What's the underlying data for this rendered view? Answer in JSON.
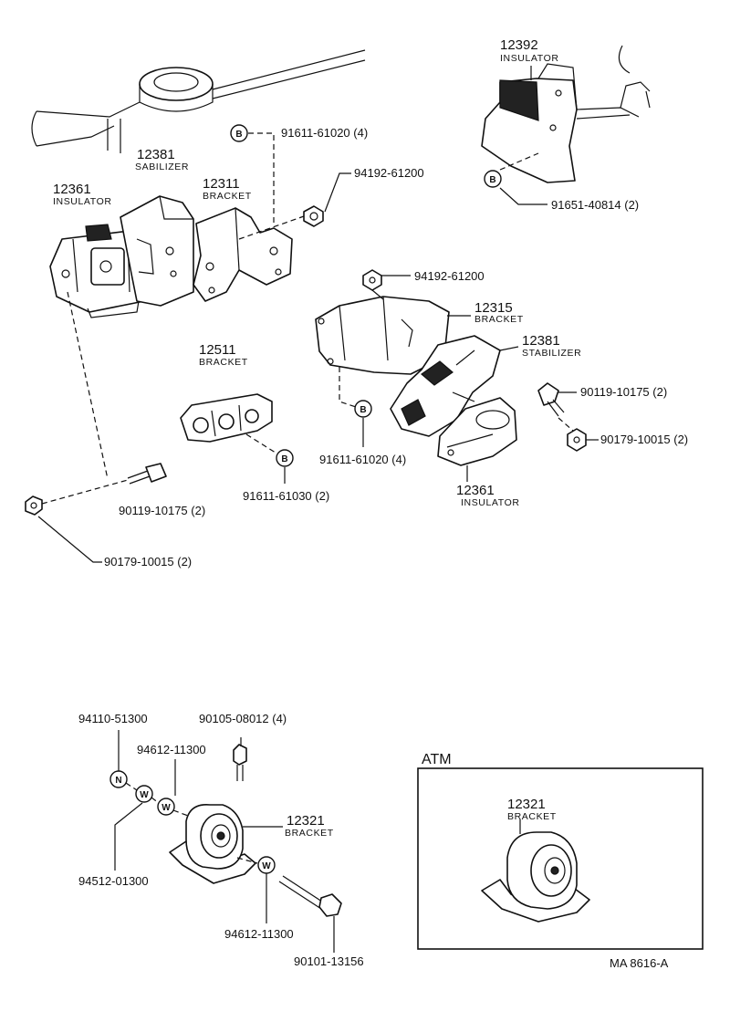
{
  "labels": {
    "top_left": {
      "p12381_num": "12381",
      "p12381_name": "SABILIZER",
      "p12361_num": "12361",
      "p12361_name": "INSULATOR",
      "p12311_num": "12311",
      "p12311_name": "BRACKET",
      "p91611_61020": "91611-61020 (4)",
      "p94192_61200": "94192-61200",
      "p12511_num": "12511",
      "p12511_name": "BRACKET",
      "p91611_61030": "91611-61030 (2)",
      "p90119_10175": "90119-10175 (2)",
      "p90179_10015": "90179-10015 (2)"
    },
    "top_right": {
      "p12392_num": "12392",
      "p12392_name": "INSULATOR",
      "p91651_40814": "91651-40814 (2)"
    },
    "mid_right": {
      "p94192_61200": "94192-61200",
      "p12315_num": "12315",
      "p12315_name": "BRACKET",
      "p12381_num": "12381",
      "p12381_name": "STABILIZER",
      "p90119_10175": "90119-10175 (2)",
      "p90179_10015": "90179-10015 (2)",
      "p91611_61020": "91611-61020 (4)",
      "p12361_num": "12361",
      "p12361_name": "INSULATOR"
    },
    "bottom_left": {
      "p94110_51300": "94110-51300",
      "p90105_08012": "90105-08012 (4)",
      "p94612_11300_a": "94612-11300",
      "p12321_num": "12321",
      "p12321_name": "BRACKET",
      "p94512_01300": "94512-01300",
      "p94612_11300_b": "94612-11300",
      "p90101_13156": "90101-13156"
    },
    "atm": {
      "title": "ATM",
      "p12321_num": "12321",
      "p12321_name": "BRACKET"
    },
    "callouts": {
      "b": "B",
      "n": "N",
      "w": "W"
    },
    "footer_code": "MA 8616-A"
  }
}
